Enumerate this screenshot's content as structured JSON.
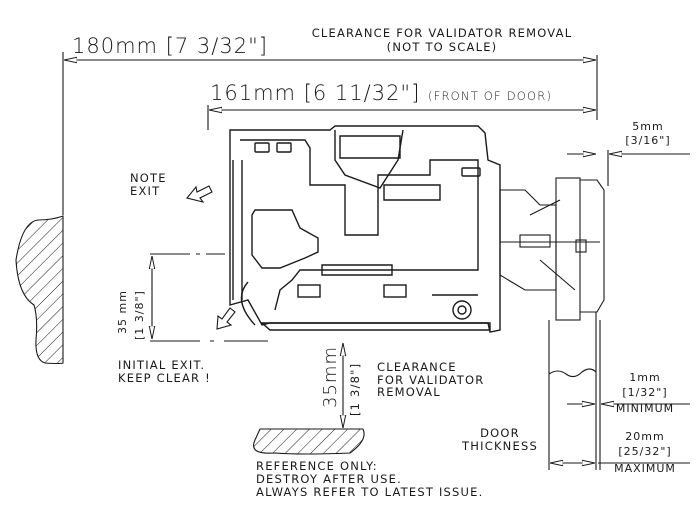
{
  "drawing": {
    "title": "Validator installation clearance drawing",
    "dimensions": {
      "overall_clearance": {
        "metric": "180mm",
        "imperial": "[7 3/32\"]"
      },
      "clearance_note": [
        "CLEARANCE FOR VALIDATOR REMOVAL",
        "(NOT TO SCALE)"
      ],
      "front_of_door": {
        "metric": "161mm",
        "imperial": "[6 11/32\"]",
        "note": "(FRONT OF DOOR)"
      },
      "bezel_offset": {
        "metric": "5mm",
        "imperial": "[3/16\"]"
      },
      "initial_exit": {
        "metric": "35 mm",
        "imperial": "[1 3/8\"]"
      },
      "bottom_clearance": {
        "metric": "35mm",
        "imperial": "[1 3/8\"]"
      },
      "door_min": {
        "metric": "1mm",
        "imperial": "[1/32\"]",
        "label": "MINIMUM"
      },
      "door_max": {
        "metric": "20mm",
        "imperial": "[25/32\"]",
        "label": "MAXIMUM"
      }
    },
    "notes": {
      "note_exit": [
        "NOTE",
        "EXIT"
      ],
      "initial_exit": [
        "INITIAL EXIT.",
        "KEEP CLEAR !"
      ],
      "clearance_removal": [
        "CLEARANCE",
        "FOR VALIDATOR",
        "REMOVAL"
      ],
      "door_thickness": [
        "DOOR",
        "THICKNESS"
      ],
      "reference": [
        "REFERENCE ONLY:",
        "DESTROY AFTER USE.",
        "ALWAYS REFER TO LATEST ISSUE."
      ]
    },
    "colors": {
      "line": "#1a1a1a",
      "background": "#ffffff"
    }
  }
}
